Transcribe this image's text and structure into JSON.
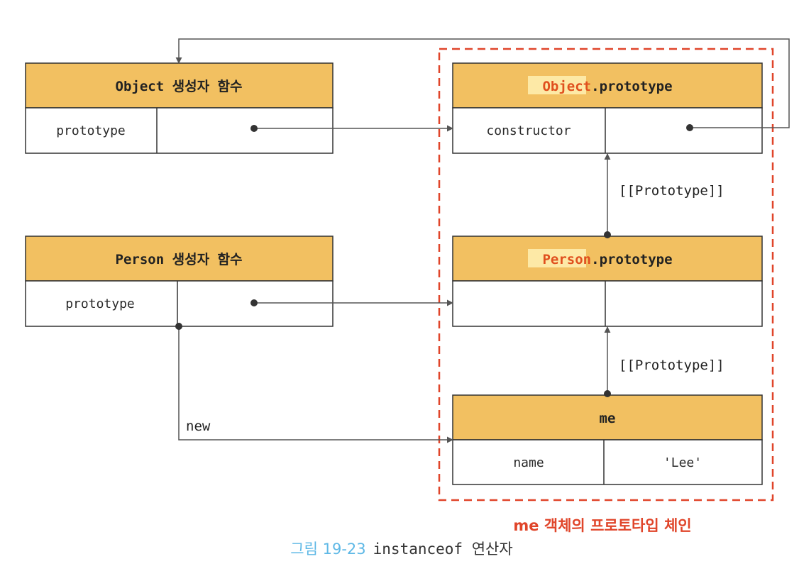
{
  "colors": {
    "header_fill": "#f2c061",
    "border": "#333333",
    "arrow": "#555555",
    "highlight_fill": "#fde9a6",
    "highlight_text": "#e0501e",
    "chain_border": "#e0452a",
    "caption_fig": "#5eb8e6"
  },
  "boxes": {
    "object_ctor": {
      "title": "Object 생성자 함수",
      "key": "prototype"
    },
    "person_ctor": {
      "title": "Person 생성자 함수",
      "key": "prototype"
    },
    "object_proto": {
      "title_hl": "Object",
      "title_rest": ".prototype",
      "key": "constructor"
    },
    "person_proto": {
      "title_hl": "Person",
      "title_rest": ".prototype"
    },
    "me": {
      "title": "me",
      "key": "name",
      "value": "'Lee'"
    }
  },
  "labels": {
    "proto_link_upper": "[[Prototype]]",
    "proto_link_lower": "[[Prototype]]",
    "new_label": "new",
    "chain_label": "me 객체의 프로토타입 체인"
  },
  "caption": {
    "figure": "그림 19-23",
    "text": "instanceof 연산자"
  },
  "icons": {
    "arrowhead": "arrowhead-icon",
    "connector_dot": "connector-dot-icon"
  }
}
